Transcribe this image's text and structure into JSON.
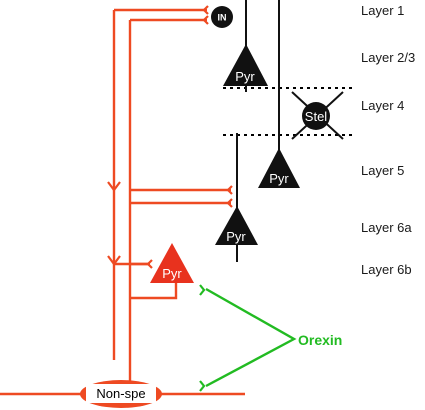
{
  "layers": [
    "Layer 1",
    "Layer 2/3",
    "Layer 4",
    "Layer 5",
    "Layer 6a",
    "Layer 6b"
  ],
  "cells": {
    "interneuron": "IN",
    "pyramidal": "Pyr",
    "stellate": "Stel",
    "nonspecific": "Non-spe"
  },
  "orexin_label": "Orexin",
  "colors": {
    "thalamic": "#ee4a22",
    "orexin": "#22bb22",
    "neuron": "#111111",
    "pyr_6b": "#e8321e"
  }
}
